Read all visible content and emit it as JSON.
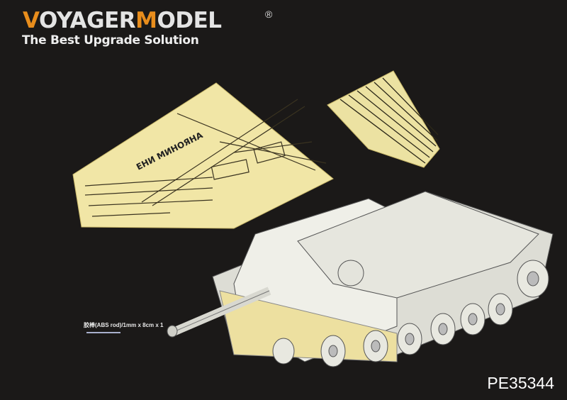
{
  "brand": {
    "name_part1": "V",
    "name_part2": "OYAGER",
    "name_part3": "M",
    "name_part4": "ODEL",
    "registered": "®",
    "tagline": "The Best Upgrade Solution",
    "accent_color": "#e88d1c"
  },
  "fret": {
    "label": "ЕНИ МИНОЯНА"
  },
  "accessory": {
    "rod_label": "胶棒(ABS rod)/1mm x 8cm x 1"
  },
  "product": {
    "code": "PE35344"
  }
}
